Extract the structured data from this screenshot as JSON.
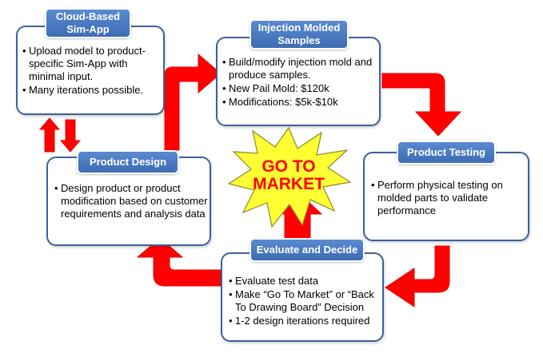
{
  "colors": {
    "arrow": "#ff0000",
    "header_fill": "#4a7bc4",
    "card_border": "#3e5fa0",
    "burst_fill": "#ffff33",
    "market_text": "#ff0000"
  },
  "center": {
    "label": "GO TO\nMARKET"
  },
  "cards": {
    "cloud": {
      "title": "Cloud-Based\nSim-App",
      "points": [
        "Upload model to product-specific Sim-App with minimal input.",
        "Many iterations possible."
      ]
    },
    "injection": {
      "title": "Injection Molded\nSamples",
      "points": [
        "Build/modify injection mold and produce samples.",
        "New Pail Mold:  $120k",
        "Modifications: $5k-$10k"
      ]
    },
    "testing": {
      "title": "Product Testing",
      "points": [
        "Perform physical testing on molded parts to validate performance"
      ]
    },
    "evaluate": {
      "title": "Evaluate and Decide",
      "points": [
        "Evaluate test data",
        "Make “Go To Market” or “Back To Drawing Board” Decision",
        "1-2 design iterations required"
      ]
    },
    "design": {
      "title": "Product Design",
      "points": [
        "Design product or product modification based on customer requirements and analysis data"
      ]
    }
  }
}
